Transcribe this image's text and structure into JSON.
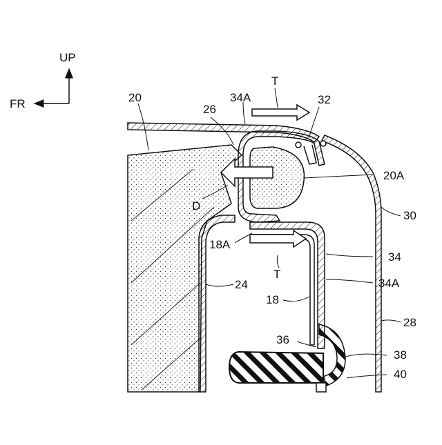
{
  "axes": {
    "up": "UP",
    "front": "FR"
  },
  "labels": {
    "l20": "20",
    "l26": "26",
    "l34a_top": "34A",
    "t_top": "T",
    "l32": "32",
    "l20a": "20A",
    "d": "D",
    "l30": "30",
    "l18a": "18A",
    "l34": "34",
    "t_bottom": "T",
    "l24": "24",
    "l34a_right": "34A",
    "l18": "18",
    "l28": "28",
    "l36": "36",
    "l38": "38",
    "l40": "40"
  }
}
